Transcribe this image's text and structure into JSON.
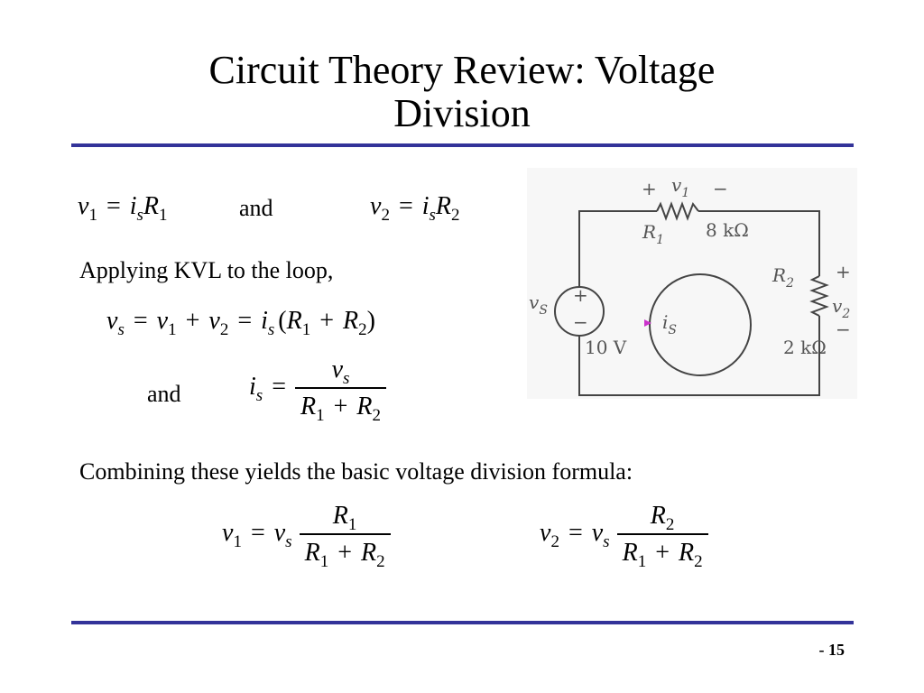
{
  "slide": {
    "title_line1": "Circuit Theory Review: Voltage",
    "title_line2": "Division",
    "and1": "and",
    "kvl_text": "Applying KVL to the loop,",
    "and2": "and",
    "combine_text": "Combining these yields the basic voltage division formula:",
    "page_number": "- 15"
  },
  "math": {
    "v": "v",
    "i": "i",
    "R": "R",
    "s": "s",
    "one": "1",
    "two": "2",
    "eq": "=",
    "plus": "+",
    "lp": "(",
    "rp": ")"
  },
  "circuit": {
    "plus_top": "+",
    "minus_top": "−",
    "v1_main": "v",
    "v1_sub": "1",
    "R1_main": "R",
    "R1_sub": "1",
    "R1_value": "8 kΩ",
    "R2_main": "R",
    "R2_sub": "2",
    "R2_value": "2 kΩ",
    "plus_right": "+",
    "minus_right": "−",
    "v2_main": "v",
    "v2_sub": "2",
    "vs_main": "v",
    "vs_sub": "S",
    "source_plus": "+",
    "source_minus": "−",
    "source_value": "10 V",
    "is_main": "i",
    "is_sub": "S",
    "wire_color": "#444444",
    "label_color": "#555555",
    "accent_color": "#cc33cc"
  },
  "colors": {
    "rule": "#333399"
  }
}
